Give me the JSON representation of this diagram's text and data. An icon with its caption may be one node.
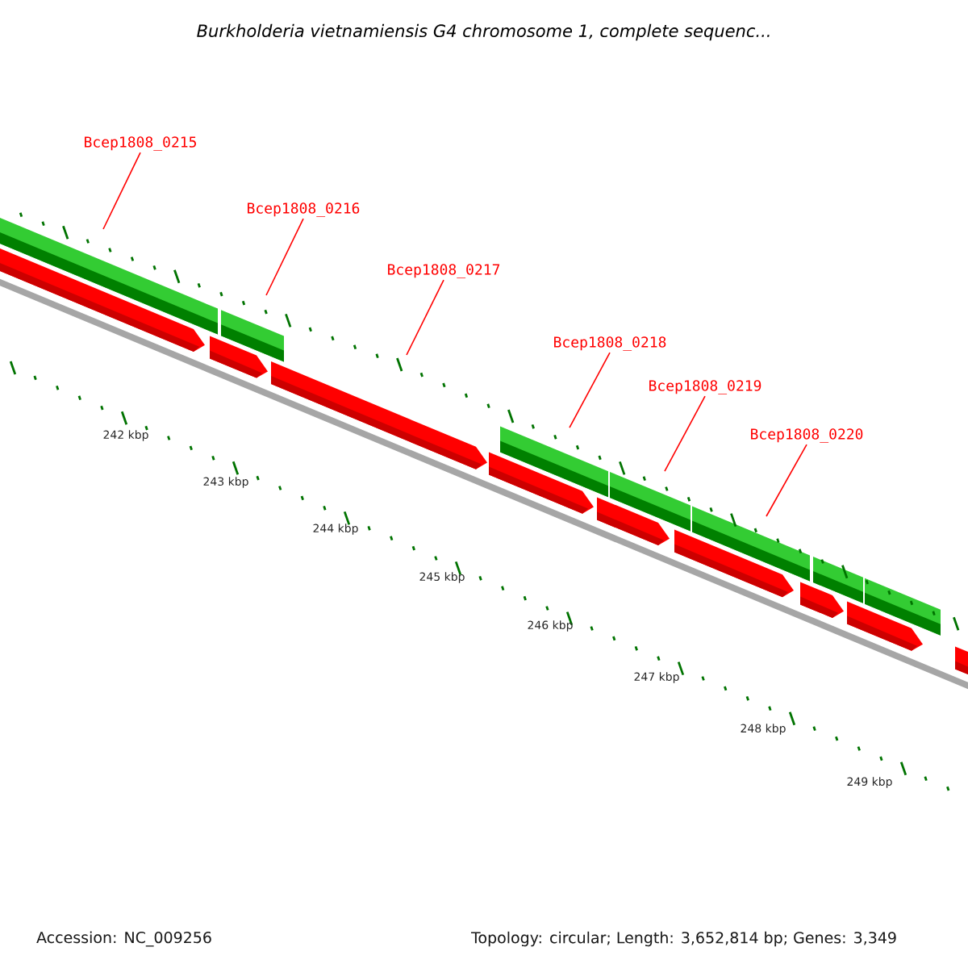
{
  "diagram": {
    "title": "Burkholderia vietnamiensis G4 chromosome 1, complete sequenc...",
    "nodes": [
      {
        "text": [
          "Bcep1808_0215"
        ]
      },
      {
        "text": [
          "Bcep1808_0216"
        ]
      },
      {
        "text": [
          "Bcep1808_0217"
        ]
      },
      {
        "text": [
          "Bcep1808_0218"
        ]
      },
      {
        "text": [
          "Bcep1808_0219"
        ]
      },
      {
        "text": [
          "Bcep1808_0220"
        ]
      }
    ],
    "edges": [
      {
        "from": 0,
        "to": null,
        "arrow": "none"
      },
      {
        "from": 1,
        "to": null,
        "arrow": "none"
      },
      {
        "from": 2,
        "to": null,
        "arrow": "none"
      },
      {
        "from": 3,
        "to": null,
        "arrow": "none"
      },
      {
        "from": 4,
        "to": null,
        "arrow": "none"
      },
      {
        "from": 5,
        "to": null,
        "arrow": "none"
      }
    ],
    "labels": [
      "242 kbp",
      "243 kbp",
      "244 kbp",
      "245 kbp",
      "246 kbp",
      "247 kbp",
      "248 kbp",
      "249 kbp",
      "Accession: NC_009256",
      "Topology: circular; Length: 3,652,814 bp; Genes: 3,349"
    ]
  }
}
